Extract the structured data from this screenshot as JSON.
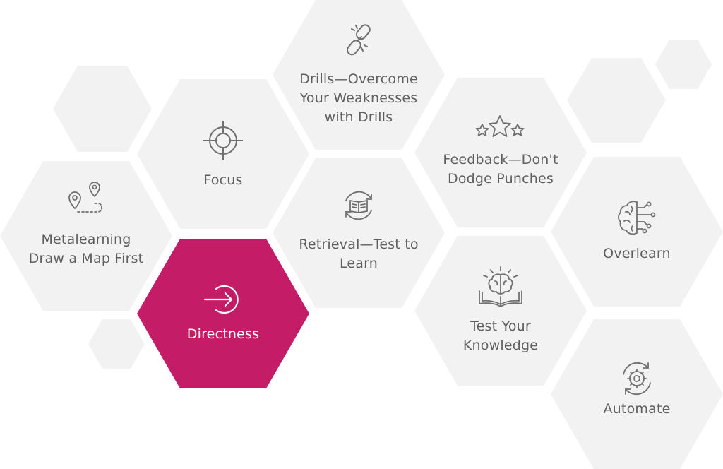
{
  "colors": {
    "tile": "#f2f2f2",
    "active": "#c41c66",
    "text": "#5f5f5f",
    "icon": "#707070",
    "active_text": "#ffffff"
  },
  "tiles": [
    {
      "id": "drills",
      "label": "Drills—Overcome\nYour Weaknesses\nwith Drills",
      "icon": "broken-chain-icon",
      "active": false
    },
    {
      "id": "focus",
      "label": "Focus",
      "icon": "target-icon",
      "active": false
    },
    {
      "id": "feedback",
      "label": "Feedback—Don't\nDodge Punches",
      "icon": "stars-rating-icon",
      "active": false
    },
    {
      "id": "metalearning",
      "label": "Metalearning\nDraw a Map First",
      "icon": "map-route-icon",
      "active": false
    },
    {
      "id": "retrieval",
      "label": "Retrieval—Test to\nLearn",
      "icon": "book-cycle-icon",
      "active": false
    },
    {
      "id": "overlearn",
      "label": "Overlearn",
      "icon": "brain-circuit-icon",
      "active": false
    },
    {
      "id": "directness",
      "label": "Directness",
      "icon": "arrow-into-circle-icon",
      "active": true
    },
    {
      "id": "test-knowledge",
      "label": "Test Your\nKnowledge",
      "icon": "brain-book-icon",
      "active": false
    },
    {
      "id": "automate",
      "label": "Automate",
      "icon": "gear-cycle-icon",
      "active": false
    }
  ]
}
